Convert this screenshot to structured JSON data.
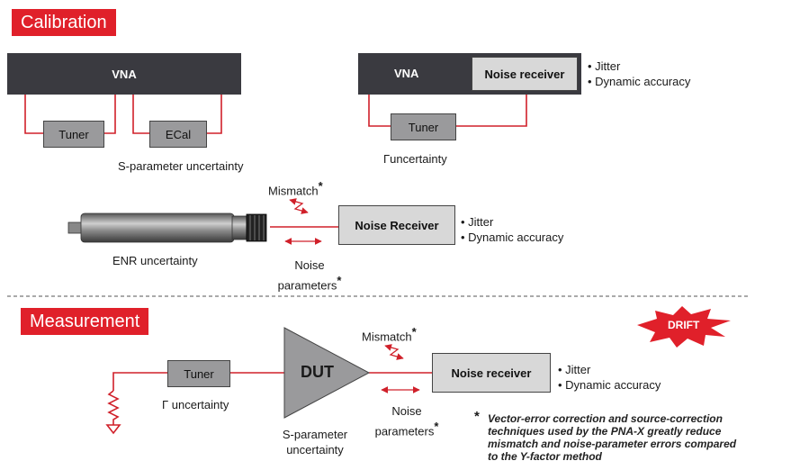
{
  "calibration": {
    "banner": "Calibration",
    "vna_left": "VNA",
    "tuner_left": "Tuner",
    "ecal": "ECal",
    "s_param_uncertainty": "S-parameter uncertainty",
    "vna_right": "VNA",
    "noise_receiver_right": "Noise receiver",
    "right_bullets": [
      "• Jitter",
      "• Dynamic accuracy"
    ],
    "tuner_right": "Tuner",
    "gamma_uncertainty": "Γuncertainty",
    "mismatch": "Mismatch",
    "star": "*",
    "noise_receiver_mid": "Noise Receiver",
    "mid_bullets": [
      "• Jitter",
      "• Dynamic accuracy"
    ],
    "enr_uncertainty": "ENR uncertainty",
    "noise_parameters_line1": "Noise",
    "noise_parameters_line2": "parameters"
  },
  "measurement": {
    "banner": "Measurement",
    "drift": "DRIFT",
    "tuner": "Tuner",
    "dut": "DUT",
    "gamma_uncertainty": "Γ uncertainty",
    "s_param_line1": "S-parameter",
    "s_param_line2": "uncertainty",
    "mismatch": "Mismatch",
    "star": "*",
    "noise_receiver": "Noise receiver",
    "bullets": [
      "• Jitter",
      "• Dynamic accuracy"
    ],
    "noise_parameters_line1": "Noise",
    "noise_parameters_line2": "parameters"
  },
  "footnote": {
    "star": "*",
    "lines": [
      "Vector-error correction and source-correction",
      "techniques used by the PNA-X greatly reduce",
      "mismatch and noise-parameter errors compared",
      "to the Y-factor method"
    ]
  },
  "colors": {
    "accent_red": "#e0202a",
    "wire_red": "#d0202a",
    "vna_dark": "#3a3a40"
  }
}
